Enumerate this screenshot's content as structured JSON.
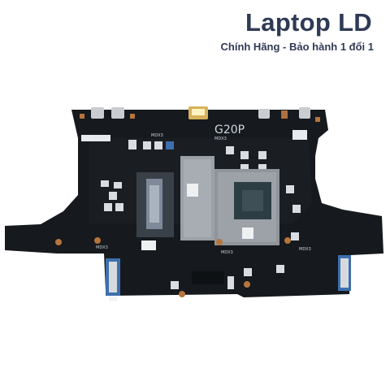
{
  "brand": {
    "title": "Laptop LD",
    "subtitle": "Chính Hãng - Bảo hành 1 đổi 1"
  },
  "board": {
    "silkscreen_model": "G20P",
    "silkscreen_labels": [
      "MDX3",
      "MDX3",
      "MDX3",
      "MDX3",
      "MDX3",
      "SSD"
    ]
  },
  "colors": {
    "brand_text": "#2f3a55",
    "pcb": "#16191d",
    "shield": "#9aa0a6",
    "connector": "#3d6fae"
  }
}
